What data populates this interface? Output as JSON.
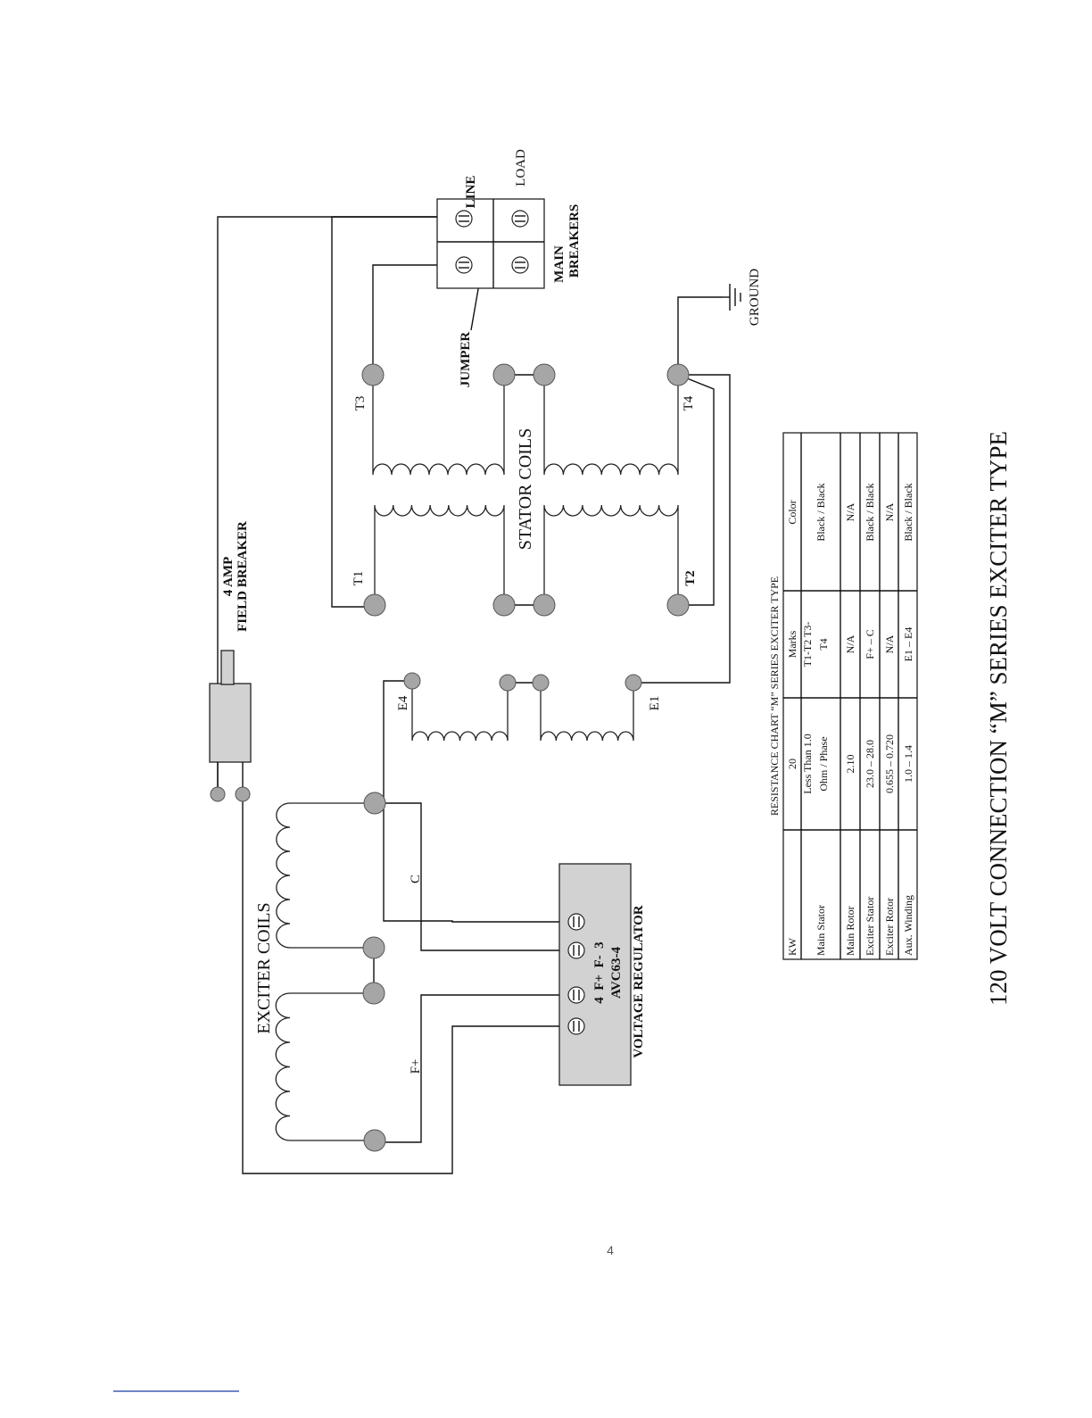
{
  "labels": {
    "field_breaker": [
      "4 AMP",
      "FIELD BREAKER"
    ],
    "exciter_coils": "EXCITER COILS",
    "stator_coils": "STATOR COILS",
    "line": "LINE",
    "load": "LOAD",
    "main_breakers": [
      "MAIN",
      "BREAKERS"
    ],
    "jumper": "JUMPER",
    "ground": "GROUND",
    "t1": "T1",
    "t2": "T2",
    "t3": "T3",
    "t4": "T4",
    "e1": "E1",
    "e4": "E4",
    "c": "C",
    "f_plus": "F+",
    "regulator_terminals": "4  F+  F-  3",
    "regulator_model": "AVC63-4",
    "regulator_name": "VOLTAGE REGULATOR"
  },
  "resistance_chart": {
    "title": "RESISTANCE CHART “M” SERIES EXCITER TYPE",
    "columns": [
      "KW",
      "20",
      "Marks",
      "Color"
    ],
    "rows": [
      [
        "Main Stator",
        "Less Than 1.0\nOhm / Phase",
        "T1-T2  T3-\nT4",
        "Black / Black"
      ],
      [
        "Main Rotor",
        "2.10",
        "N/A",
        "N/A"
      ],
      [
        "Exciter Stator",
        "23.0 – 28.0",
        "F+ – C",
        "Black / Black"
      ],
      [
        "Exciter Rotor",
        "0.655 – 0.720",
        "N/A",
        "N/A"
      ],
      [
        "Aux. Winding",
        "1.0 – 1.4",
        "E1 – E4",
        "Black / Black"
      ]
    ]
  },
  "page_title": "120 VOLT CONNECTION “M” SERIES EXCITER TYPE",
  "page_number": "4"
}
